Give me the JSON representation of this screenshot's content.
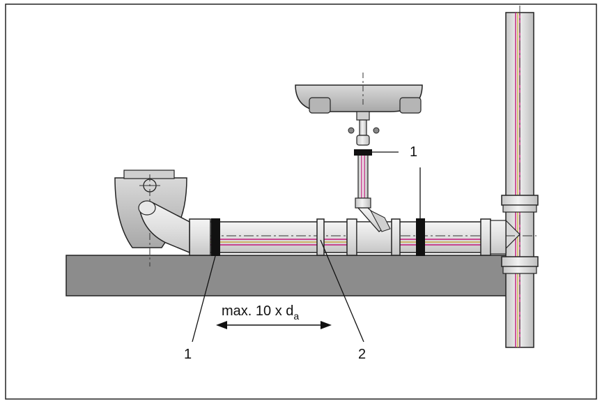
{
  "diagram": {
    "callouts": {
      "c1_top": "1",
      "c1_bottom": "1",
      "c2": "2"
    },
    "dimension": {
      "prefix": "max. 10 x d",
      "subscript": "a"
    }
  },
  "colors": {
    "pipe_fill": "#e3e3e3",
    "pipe_stroke": "#222222",
    "floor_fill": "#8c8c8c",
    "clamp_fill": "#111111",
    "stripe_magenta": "#c2187a",
    "stripe_yellow": "#c9a227"
  }
}
